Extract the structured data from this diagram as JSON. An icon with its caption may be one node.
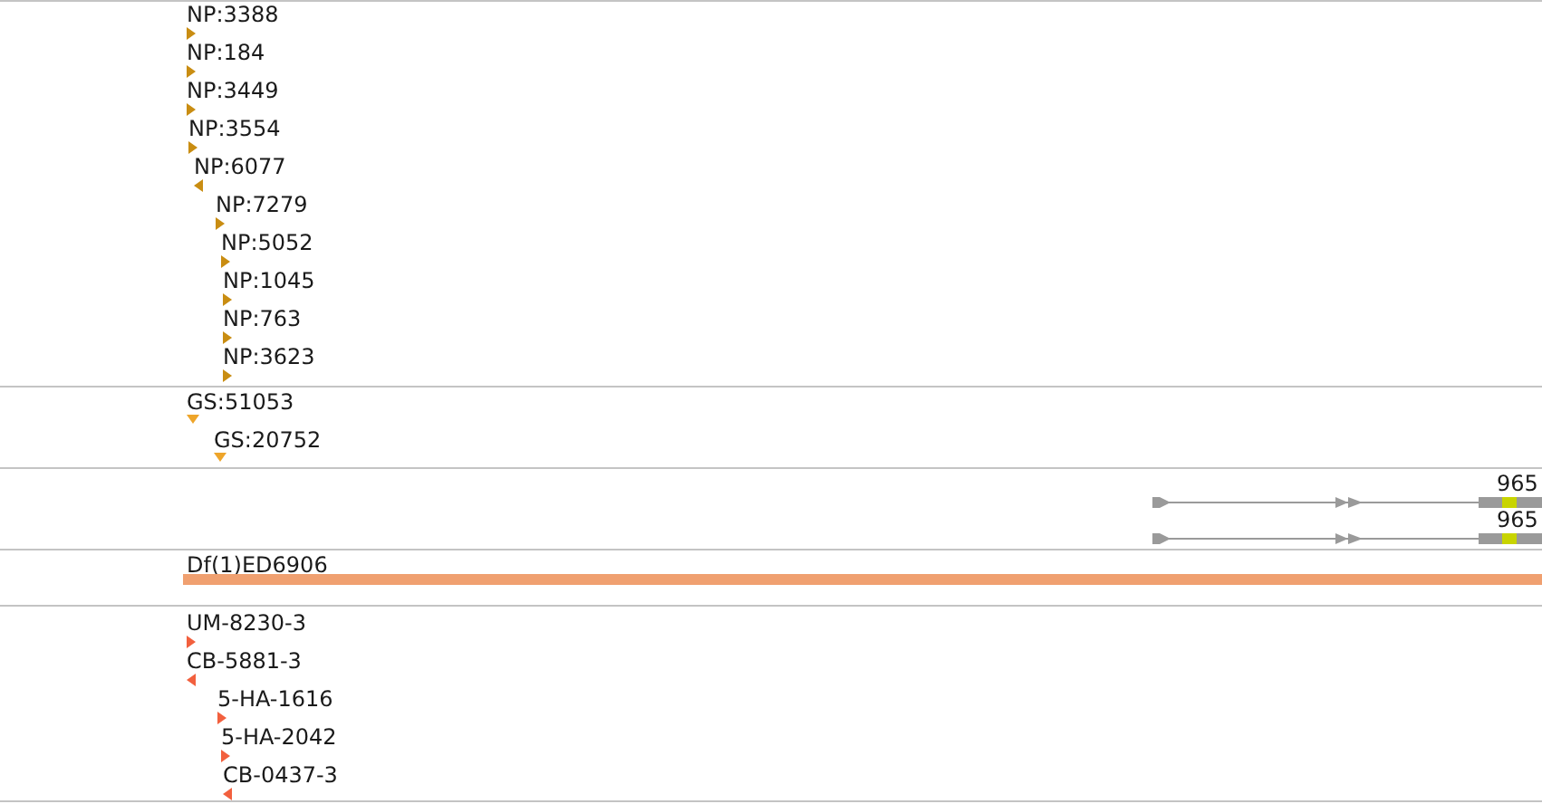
{
  "diagram": {
    "nodes": [
      {
        "text": [
          "965"
        ]
      },
      {
        "text": [
          "965"
        ]
      },
      {
        "text": [
          "Df(1)ED6906"
        ]
      }
    ],
    "labels": [
      "NP:3388",
      "NP:184",
      "NP:3449",
      "NP:3554",
      "NP:6077",
      "NP:7279",
      "NP:5052",
      "NP:1045",
      "NP:763",
      "NP:3623",
      "GS:51053",
      "GS:20752",
      "UM-8230-3",
      "CB-5881-3",
      "5-HA-1616",
      "5-HA-2042",
      "CB-0437-3"
    ]
  }
}
